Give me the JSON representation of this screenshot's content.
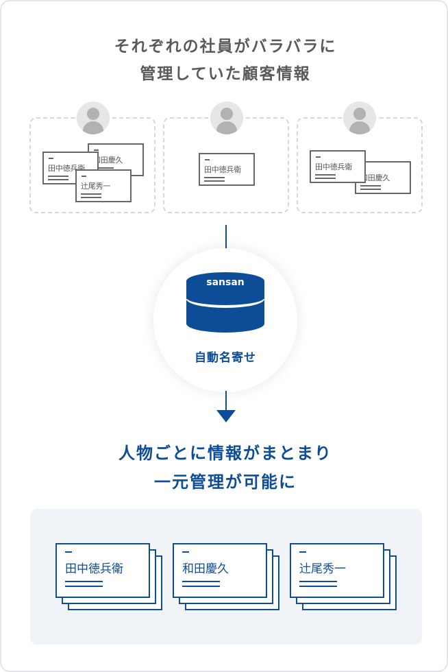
{
  "top": {
    "title_line1": "それぞれの社員がバラバラに",
    "title_line2": "管理していた顧客情報"
  },
  "employees": [
    {
      "cards": [
        "田中徳兵衛",
        "和田慶久",
        "辻尾秀一"
      ]
    },
    {
      "cards": [
        "田中徳兵衛"
      ]
    },
    {
      "cards": [
        "田中徳兵衛",
        "和田慶久"
      ]
    }
  ],
  "hub": {
    "brand": "sansan",
    "label": "自動名寄せ"
  },
  "result": {
    "title_line1": "人物ごとに情報がまとまり",
    "title_line2": "一元管理が可能に",
    "cards": [
      "田中徳兵衛",
      "和田慶久",
      "辻尾秀一"
    ]
  },
  "colors": {
    "brand_blue": "#0d4c96",
    "gray_text": "#595959",
    "panel_bg": "#f0f3f7"
  },
  "icons": {
    "avatar": "person-icon",
    "database": "database-icon",
    "arrow": "arrow-down-icon"
  }
}
